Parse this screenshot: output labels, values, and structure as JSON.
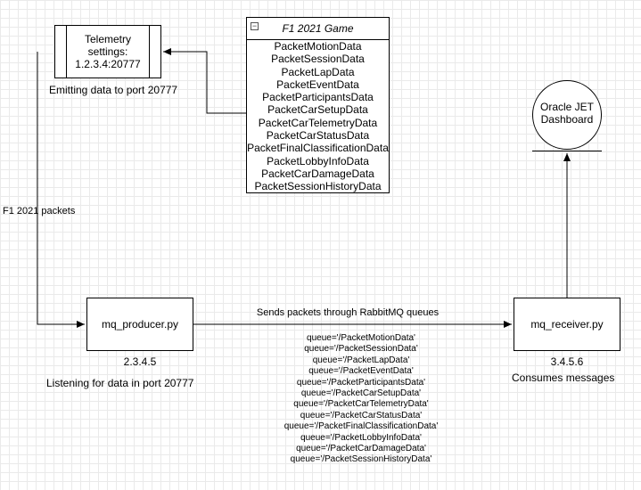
{
  "telemetry": {
    "title": "Telemetry",
    "line2": "settings:",
    "line3": "1.2.3.4:20777",
    "caption": "Emitting data to port 20777"
  },
  "f1_game": {
    "title": "F1 2021 Game",
    "packets": [
      "PacketMotionData",
      "PacketSessionData",
      "PacketLapData",
      "PacketEventData",
      "PacketParticipantsData",
      "PacketCarSetupData",
      "PacketCarTelemetryData",
      "PacketCarStatusData",
      "PacketFinalClassificationData",
      "PacketLobbyInfoData",
      "PacketCarDamageData",
      "PacketSessionHistoryData"
    ]
  },
  "oracle": {
    "line1": "Oracle JET",
    "line2": "Dashboard"
  },
  "edges": {
    "f1_packets": "F1 2021 packets",
    "sends": "Sends packets through RabbitMQ queues"
  },
  "producer": {
    "name": "mq_producer.py",
    "ip": "2.3.4.5",
    "caption": "Listening for data in port 20777"
  },
  "receiver": {
    "name": "mq_receiver.py",
    "ip": "3.4.5.6",
    "caption": "Consumes messages"
  },
  "queues": [
    "queue='/PacketMotionData'",
    "queue='/PacketSessionData'",
    "queue='/PacketLapData'",
    "queue='/PacketEventData'",
    "queue='/PacketParticipantsData'",
    "queue='/PacketCarSetupData'",
    "queue='/PacketCarTelemetryData'",
    "queue='/PacketCarStatusData'",
    "queue='/PacketFinalClassificationData'",
    "queue='/PacketLobbyInfoData'",
    "queue='/PacketCarDamageData'",
    "queue='/PacketSessionHistoryData'"
  ]
}
